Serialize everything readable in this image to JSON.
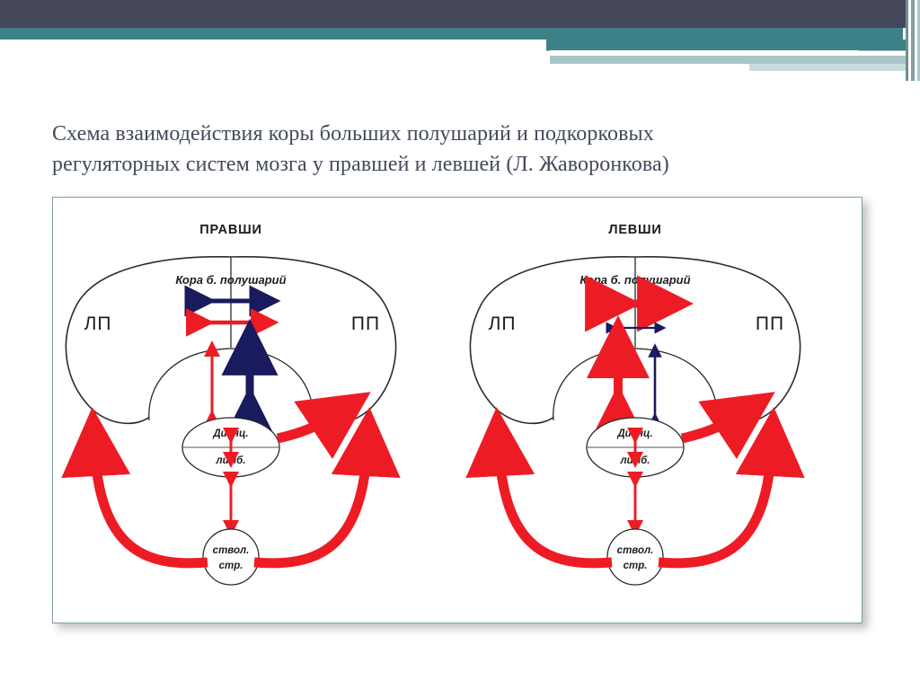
{
  "slide": {
    "title": "Схема взаимодействия коры больших полушарий и подкорковых\nрегуляторных систем мозга у правшей и левшей (Л. Жаворонкова)"
  },
  "theme": {
    "header_dark": "#434759",
    "header_teal": "#3c8187",
    "header_light_teal": "#a9c5c7",
    "frame_border": "#7ba0a4",
    "title_color": "#424a5c",
    "arrow_red": "#ED1C24",
    "arrow_navy": "#1a1a5e",
    "outline": "#2b2b2b"
  },
  "diagrams": [
    {
      "id": "right-handers",
      "heading": "ПРАВШИ",
      "cortex_label": "Кора б. полушарий",
      "left_hemisphere": "ЛП",
      "right_hemisphere": "ПП",
      "dienceph_label": "Диэнц.",
      "limbic_label": "лимб.",
      "brainstem_line1": "ствол.",
      "brainstem_line2": "стр.",
      "dominant_interhemispheric_color": "navy",
      "dominant_vertical_color": "navy",
      "horizontal_top_arrow": {
        "color": "navy",
        "weight": "thick"
      },
      "horizontal_bottom_arrow": {
        "color": "red",
        "weight": "medium"
      },
      "vertical_left_arrow": {
        "color": "red",
        "weight": "thin"
      },
      "vertical_right_arrow": {
        "color": "navy",
        "weight": "thick"
      }
    },
    {
      "id": "left-handers",
      "heading": "ЛЕВШИ",
      "cortex_label": "Кора б. полушарий",
      "left_hemisphere": "ЛП",
      "right_hemisphere": "ПП",
      "dienceph_label": "Диэнц.",
      "limbic_label": "лимб.",
      "brainstem_line1": "ствол.",
      "brainstem_line2": "стр.",
      "dominant_interhemispheric_color": "red",
      "dominant_vertical_color": "red",
      "horizontal_top_arrow": {
        "color": "red",
        "weight": "thick"
      },
      "horizontal_bottom_arrow": {
        "color": "navy",
        "weight": "thin"
      },
      "vertical_left_arrow": {
        "color": "red",
        "weight": "thick"
      },
      "vertical_right_arrow": {
        "color": "navy",
        "weight": "thin"
      }
    }
  ]
}
